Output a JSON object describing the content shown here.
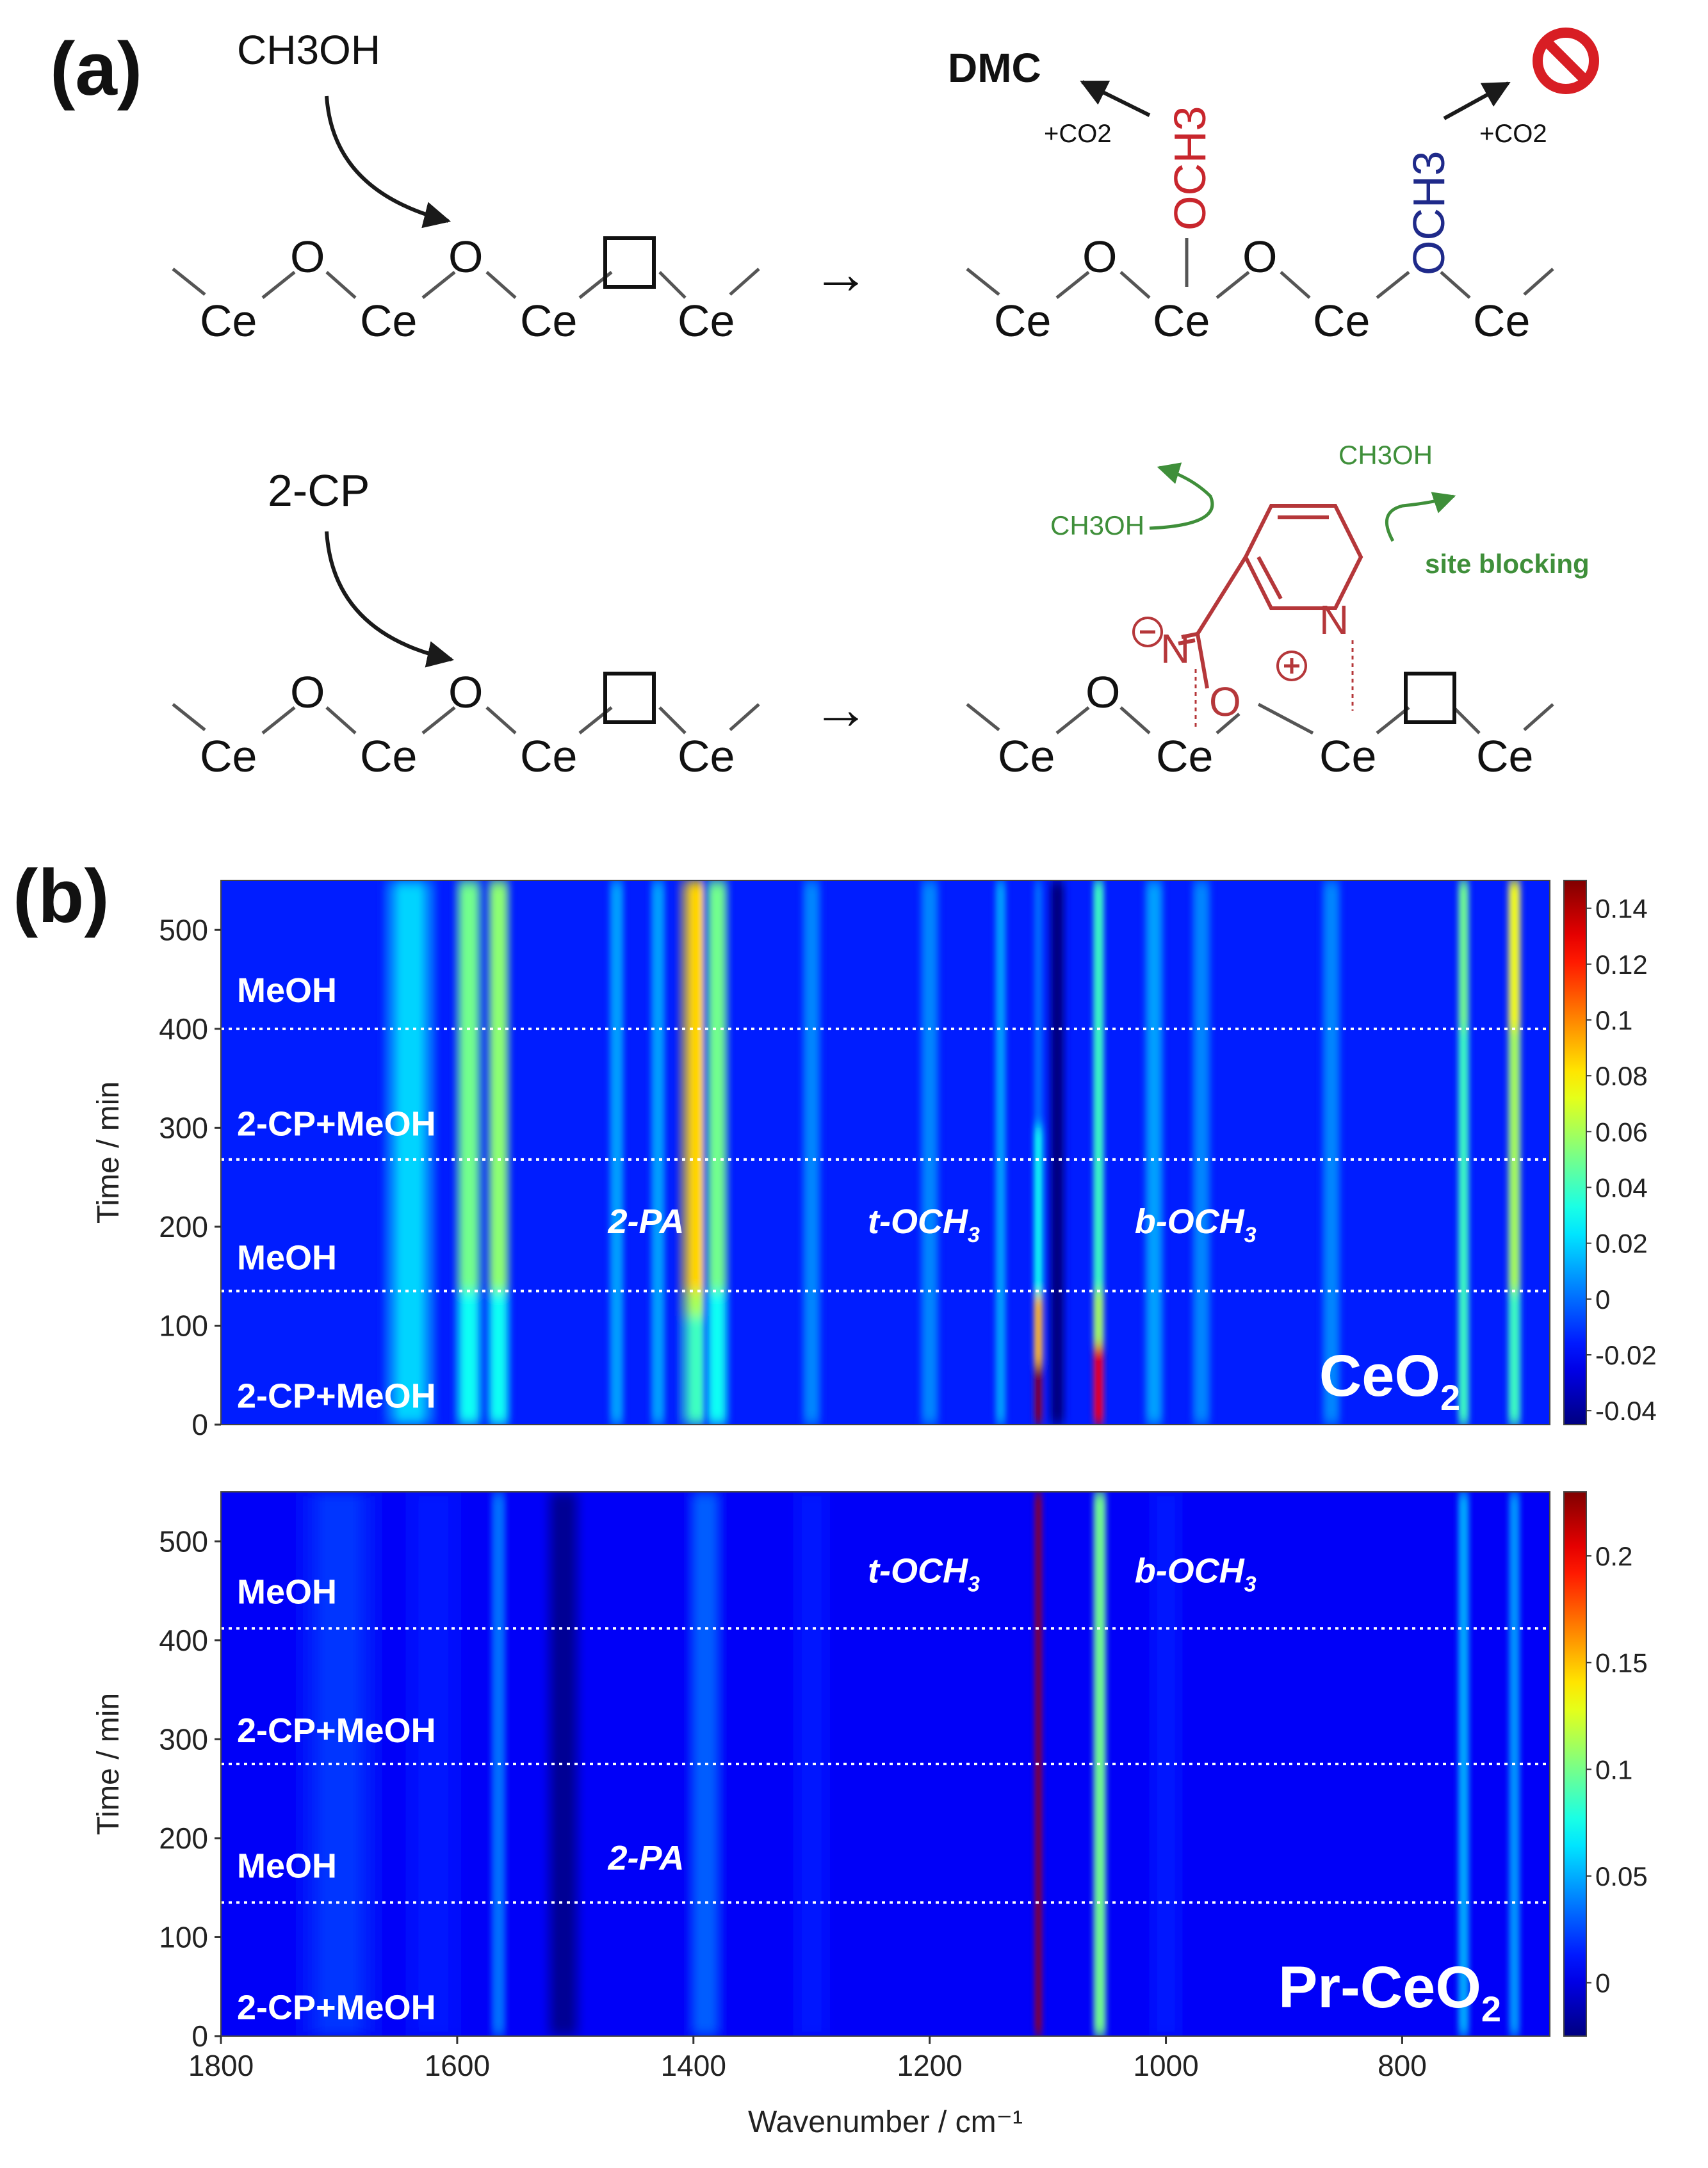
{
  "figure": {
    "panel_a_label": "(a)",
    "panel_b_label": "(b)"
  },
  "scheme": {
    "row1": {
      "reactant": "CH3OH",
      "left_atoms": [
        "Ce",
        "O",
        "Ce",
        "O",
        "Ce",
        "Ce"
      ],
      "arrow": "→",
      "product_dmc": "DMC",
      "co2_1": "+CO2",
      "co2_2": "+CO2",
      "och3_red": "OCH3",
      "och3_blue": "OCH3",
      "right_atoms": [
        "Ce",
        "O",
        "Ce",
        "O",
        "Ce",
        "Ce"
      ]
    },
    "row2": {
      "reactant": "2-CP",
      "left_atoms": [
        "Ce",
        "O",
        "Ce",
        "O",
        "Ce",
        "Ce"
      ],
      "arrow": "→",
      "methanol_1": "CH3OH",
      "methanol_2": "CH3OH",
      "site_blocking": "site blocking",
      "ring_n": "N",
      "imine_n": "N",
      "bridge_o": "O",
      "right_atoms": [
        "Ce",
        "O",
        "Ce",
        "Ce",
        "Ce"
      ]
    },
    "colors": {
      "red": "#c8262d",
      "blue": "#1f2a8a",
      "green": "#3f8f3a",
      "dark_red": "#b5373a",
      "forbidden": "#d81e24"
    }
  },
  "chart_data": [
    {
      "type": "heatmap",
      "sample": "CeO2",
      "xlabel": "",
      "ylabel": "Time / min",
      "xlim": [
        1800,
        675
      ],
      "ylim": [
        0,
        550
      ],
      "yticks": [
        "0",
        "100",
        "200",
        "300",
        "400",
        "500"
      ],
      "colorbar": {
        "min": -0.045,
        "max": 0.15,
        "ticks": [
          "0.14",
          "0.12",
          "0.1",
          "0.08",
          "0.06",
          "0.04",
          "0.02",
          "0",
          "-0.02",
          "-0.04"
        ],
        "tick_values": [
          0.14,
          0.12,
          0.1,
          0.08,
          0.06,
          0.04,
          0.02,
          0,
          -0.02,
          -0.04
        ]
      },
      "stage_boundaries_min": [
        135,
        268,
        400
      ],
      "stages": [
        {
          "label": "2-CP+MeOH",
          "y": 30
        },
        {
          "label": "MeOH",
          "y": 170
        },
        {
          "label": "2-CP+MeOH",
          "y": 305
        },
        {
          "label": "MeOH",
          "y": 440
        }
      ],
      "annotations": [
        {
          "text": "2-PA",
          "x": 1440,
          "y": 205
        },
        {
          "text": "t-OCH",
          "sub": "3",
          "x": 1205,
          "y": 205
        },
        {
          "text": "b-OCH",
          "sub": "3",
          "x": 975,
          "y": 205
        }
      ],
      "sample_label": {
        "text": "CeO",
        "sub": "2"
      },
      "background": -0.015,
      "bands": [
        {
          "center": 1640,
          "width": 25,
          "segments": [
            [
              0,
              550,
              0.02
            ]
          ]
        },
        {
          "center": 1590,
          "width": 14,
          "segments": [
            [
              0,
              135,
              0.03
            ],
            [
              135,
              550,
              0.05
            ]
          ]
        },
        {
          "center": 1565,
          "width": 12,
          "segments": [
            [
              0,
              135,
              0.03
            ],
            [
              135,
              550,
              0.055
            ]
          ]
        },
        {
          "center": 1465,
          "width": 8,
          "segments": [
            [
              0,
              550,
              0.01
            ]
          ]
        },
        {
          "center": 1430,
          "width": 8,
          "segments": [
            [
              0,
              550,
              0.01
            ]
          ]
        },
        {
          "center": 1395,
          "width": 20,
          "segments": [
            [
              0,
              110,
              0.04
            ],
            [
              110,
              135,
              0.06
            ],
            [
              135,
              550,
              0.085
            ]
          ]
        },
        {
          "center": 1380,
          "width": 12,
          "segments": [
            [
              0,
              135,
              0.03
            ],
            [
              135,
              550,
              0.05
            ]
          ]
        },
        {
          "center": 1300,
          "width": 10,
          "segments": [
            [
              0,
              550,
              0.005
            ]
          ]
        },
        {
          "center": 1200,
          "width": 10,
          "segments": [
            [
              0,
              550,
              0.005
            ]
          ]
        },
        {
          "center": 1140,
          "width": 6,
          "segments": [
            [
              0,
              550,
              0.01
            ]
          ]
        },
        {
          "center": 1108,
          "width": 5,
          "segments": [
            [
              0,
              60,
              0.15
            ],
            [
              60,
              130,
              0.09
            ],
            [
              130,
              300,
              0.03
            ],
            [
              300,
              550,
              0.0
            ]
          ]
        },
        {
          "center": 1092,
          "width": 9,
          "segments": [
            [
              0,
              550,
              -0.045
            ]
          ]
        },
        {
          "center": 1057,
          "width": 6,
          "segments": [
            [
              0,
              80,
              0.13
            ],
            [
              80,
              135,
              0.06
            ],
            [
              135,
              550,
              0.04
            ]
          ]
        },
        {
          "center": 1010,
          "width": 10,
          "segments": [
            [
              0,
              550,
              0.01
            ]
          ]
        },
        {
          "center": 970,
          "width": 10,
          "segments": [
            [
              0,
              550,
              0.005
            ]
          ]
        },
        {
          "center": 860,
          "width": 10,
          "segments": [
            [
              0,
              550,
              0.005
            ]
          ]
        },
        {
          "center": 748,
          "width": 6,
          "segments": [
            [
              0,
              400,
              0.04
            ],
            [
              400,
              550,
              0.05
            ]
          ]
        },
        {
          "center": 705,
          "width": 7,
          "segments": [
            [
              0,
              135,
              0.04
            ],
            [
              135,
              400,
              0.06
            ],
            [
              400,
              550,
              0.075
            ]
          ]
        }
      ]
    },
    {
      "type": "heatmap",
      "sample": "Pr-CeO2",
      "xlabel": "Wavenumber / cm⁻¹",
      "ylabel": "Time / min",
      "xlim": [
        1800,
        675
      ],
      "ylim": [
        0,
        550
      ],
      "xticks": [
        "1800",
        "1600",
        "1400",
        "1200",
        "1000",
        "800"
      ],
      "xtick_values": [
        1800,
        1600,
        1400,
        1200,
        1000,
        800
      ],
      "yticks": [
        "0",
        "100",
        "200",
        "300",
        "400",
        "500"
      ],
      "colorbar": {
        "min": -0.025,
        "max": 0.23,
        "ticks": [
          "0.2",
          "0.15",
          "0.1",
          "0.05",
          "0"
        ],
        "tick_values": [
          0.2,
          0.15,
          0.1,
          0.05,
          0
        ]
      },
      "stage_boundaries_min": [
        135,
        275,
        412
      ],
      "stages": [
        {
          "label": "2-CP+MeOH",
          "y": 30
        },
        {
          "label": "MeOH",
          "y": 173
        },
        {
          "label": "2-CP+MeOH",
          "y": 310
        },
        {
          "label": "MeOH",
          "y": 450
        }
      ],
      "annotations": [
        {
          "text": "2-PA",
          "x": 1440,
          "y": 180
        },
        {
          "text": "t-OCH",
          "sub": "3",
          "x": 1205,
          "y": 470
        },
        {
          "text": "b-OCH",
          "sub": "3",
          "x": 975,
          "y": 470
        }
      ],
      "sample_label": {
        "text": "Pr-CeO",
        "sub": "2"
      },
      "background": 0.005,
      "bands": [
        {
          "center": 1700,
          "width": 40,
          "segments": [
            [
              0,
              550,
              0.02
            ]
          ]
        },
        {
          "center": 1620,
          "width": 30,
          "segments": [
            [
              0,
              550,
              0.012
            ]
          ]
        },
        {
          "center": 1565,
          "width": 8,
          "segments": [
            [
              0,
              550,
              0.035
            ]
          ]
        },
        {
          "center": 1510,
          "width": 18,
          "segments": [
            [
              0,
              550,
              -0.02
            ]
          ]
        },
        {
          "center": 1390,
          "width": 18,
          "segments": [
            [
              0,
              550,
              0.03
            ]
          ]
        },
        {
          "center": 1300,
          "width": 20,
          "segments": [
            [
              0,
              550,
              0.012
            ]
          ]
        },
        {
          "center": 1108,
          "width": 4.5,
          "segments": [
            [
              0,
              550,
              0.23
            ]
          ]
        },
        {
          "center": 1056,
          "width": 7,
          "segments": [
            [
              0,
              550,
              0.1
            ]
          ]
        },
        {
          "center": 1000,
          "width": 18,
          "segments": [
            [
              0,
              550,
              0.012
            ]
          ]
        },
        {
          "center": 748,
          "width": 6,
          "segments": [
            [
              0,
              550,
              0.05
            ]
          ]
        },
        {
          "center": 705,
          "width": 6,
          "segments": [
            [
              0,
              550,
              0.045
            ]
          ]
        }
      ]
    }
  ]
}
